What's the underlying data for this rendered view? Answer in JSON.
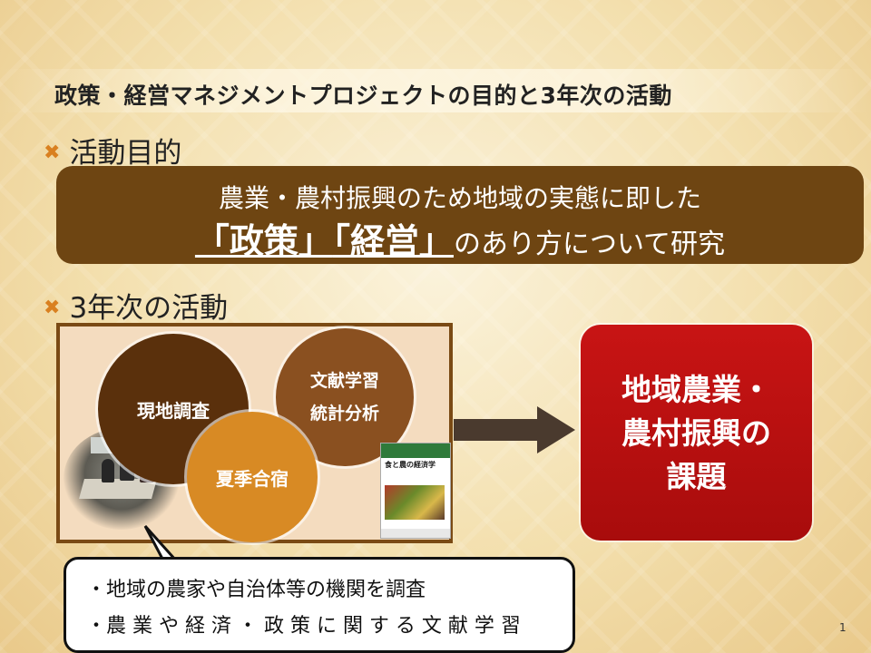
{
  "slide": {
    "title": "政策・経営マネジメントプロジェクトの目的と3年次の活動",
    "page_number": "1"
  },
  "section_purpose": {
    "heading": "活動目的",
    "line1": "農業・農村振興のため地域の実態に即した",
    "emph1": "「政策」",
    "emph2": "「経営」",
    "line2_rest": "のあり方について研究"
  },
  "section_activities": {
    "heading": "3年次の活動",
    "circles": {
      "field_survey": "現地調査",
      "literature_line1": "文献学習",
      "literature_line2": "統計分析",
      "summer_camp": "夏季合宿"
    },
    "book": {
      "title": "食と農の経済学"
    }
  },
  "issue_box": {
    "line1": "地域農業・",
    "line2": "農村振興の",
    "line3": "課題"
  },
  "callout": {
    "item1": "・地域の農家や自治体等の機関を調査",
    "item2": "・農 業 や 経 済 ・ 政 策 に 関 す る 文 献 学 習"
  },
  "colors": {
    "brown_box": "#6e4512",
    "red_box": "#c81414",
    "bullet": "#d98020",
    "circle_dark": "#5a300c",
    "circle_brown": "#8a5020",
    "circle_orange": "#d88a24"
  }
}
